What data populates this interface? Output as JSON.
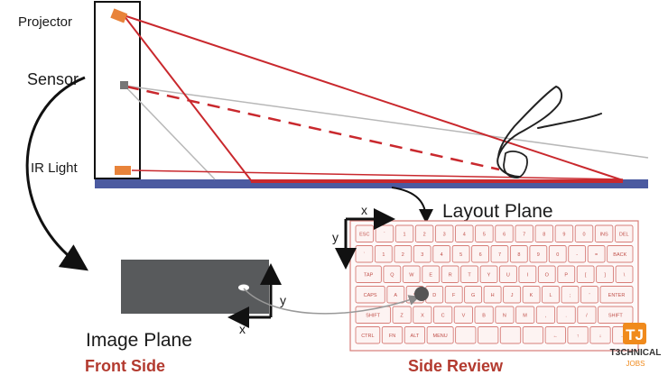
{
  "labels": {
    "projector": "Projector",
    "sensor": "Sensor",
    "ir_light": "IR Light",
    "layout_plane": "Layout Plane",
    "image_plane": "Image Plane",
    "front_side": "Front Side",
    "side_review": "Side Review"
  },
  "axes": {
    "keyboard_x": "x",
    "keyboard_y": "y",
    "image_x": "x",
    "image_y": "y"
  },
  "keyboard": {
    "rows": [
      [
        "ESC",
        "`",
        "1",
        "2",
        "3",
        "4",
        "5",
        "6",
        "7",
        "8",
        "9",
        "0",
        "INS",
        "DEL"
      ],
      [
        "`",
        "1",
        "2",
        "3",
        "4",
        "5",
        "6",
        "7",
        "8",
        "9",
        "0",
        "-",
        "=",
        "BACK"
      ],
      [
        "TAP",
        "Q",
        "W",
        "E",
        "R",
        "T",
        "Y",
        "U",
        "I",
        "O",
        "P",
        "[",
        "]",
        "\\"
      ],
      [
        "CAPS",
        "A",
        "S",
        "D",
        "F",
        "G",
        "H",
        "J",
        "K",
        "L",
        ";",
        "'",
        "ENTER"
      ],
      [
        "SHIFT",
        "Z",
        "X",
        "C",
        "V",
        "B",
        "N",
        "M",
        ",",
        ".",
        "/",
        "SHIFT"
      ],
      [
        "CTRL",
        "FN",
        "ALT",
        "MENU",
        "",
        "",
        "",
        "",
        "←",
        "↑",
        "↓",
        "→"
      ]
    ]
  },
  "watermark": {
    "logo": "TJ",
    "name": "T3CHNICAL",
    "sub": "JOBS"
  },
  "colors": {
    "beam_red": "#c9282d",
    "surface": "#4b5aa0",
    "key_stroke": "#d77d78",
    "image_plane_bg": "#585a5c",
    "watermark_orange": "#f08a1c"
  }
}
